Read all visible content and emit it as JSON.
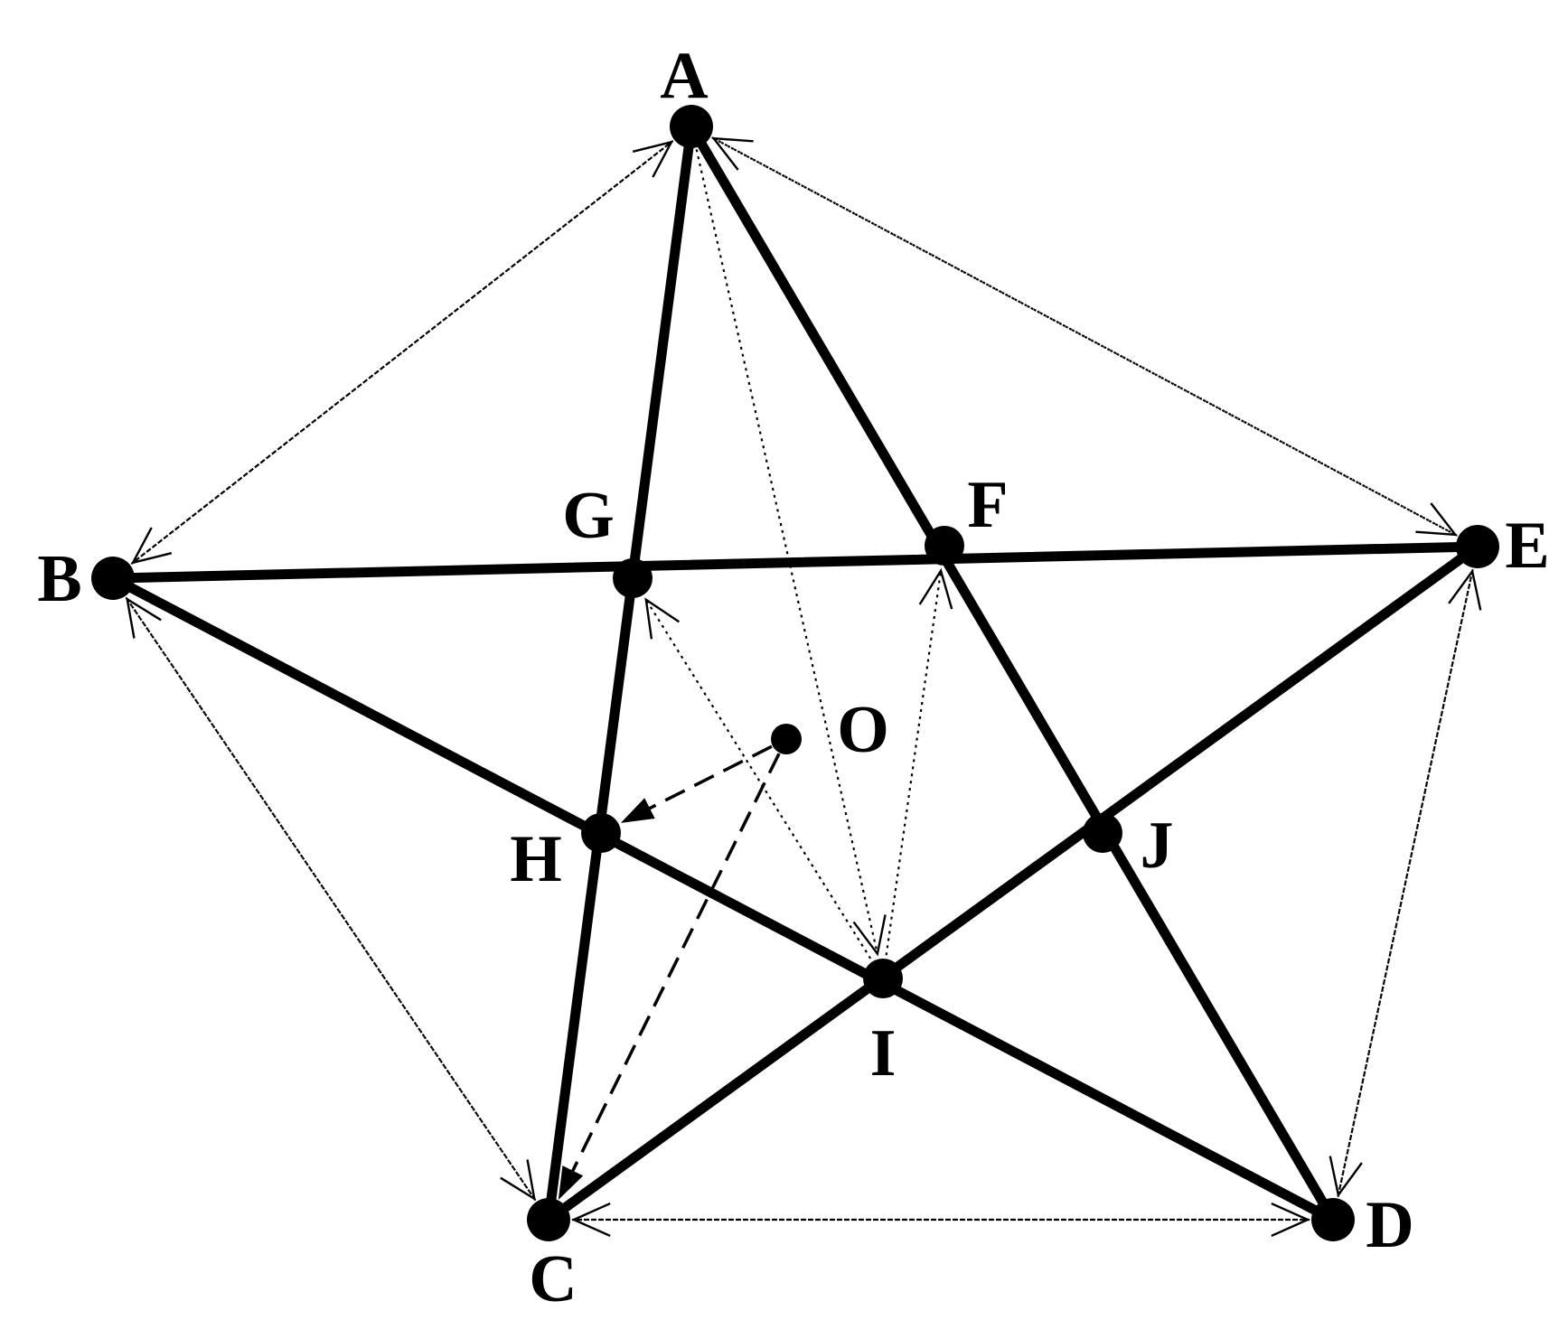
{
  "diagram": {
    "points": [
      {
        "id": "A",
        "label": "A"
      },
      {
        "id": "B",
        "label": "B"
      },
      {
        "id": "C",
        "label": "C"
      },
      {
        "id": "D",
        "label": "D"
      },
      {
        "id": "E",
        "label": "E"
      },
      {
        "id": "F",
        "label": "F"
      },
      {
        "id": "G",
        "label": "G"
      },
      {
        "id": "H",
        "label": "H"
      },
      {
        "id": "I",
        "label": "I"
      },
      {
        "id": "J",
        "label": "J"
      },
      {
        "id": "O",
        "label": "O"
      }
    ],
    "solid_edges": [
      [
        "A",
        "C"
      ],
      [
        "A",
        "D"
      ],
      [
        "B",
        "E"
      ],
      [
        "B",
        "D"
      ],
      [
        "C",
        "E"
      ]
    ],
    "dotted_arrows": [
      [
        "B",
        "A"
      ],
      [
        "A",
        "B"
      ],
      [
        "E",
        "A"
      ],
      [
        "A",
        "E"
      ],
      [
        "C",
        "B"
      ],
      [
        "B",
        "C"
      ],
      [
        "E",
        "D"
      ],
      [
        "D",
        "E"
      ],
      [
        "D",
        "C"
      ],
      [
        "C",
        "D"
      ],
      [
        "A",
        "I"
      ],
      [
        "I",
        "F"
      ],
      [
        "I",
        "G"
      ]
    ],
    "dashed_arrows": [
      [
        "O",
        "H"
      ],
      [
        "O",
        "C"
      ]
    ],
    "colors": {
      "ink": "#000000",
      "background": "#ffffff"
    }
  }
}
